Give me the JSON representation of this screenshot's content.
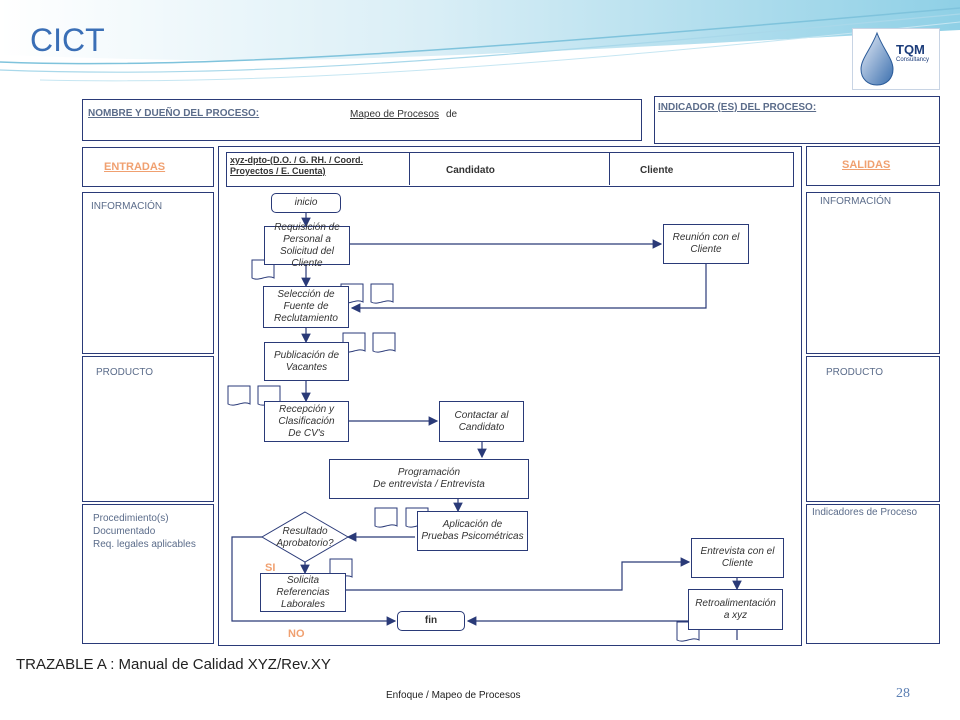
{
  "slide": {
    "title": "CICT",
    "logo_name": "TQM",
    "logo_sub": "Consultancy",
    "traceable": "TRAZABLE A :  Manual de Calidad XYZ/Rev.XY",
    "footer": "Enfoque / Mapeo de Procesos",
    "page_number": "28"
  },
  "header": {
    "owner_label": "NOMBRE Y  DUEÑO DEL PROCESO:",
    "owner_value": "Mapeo de Procesos",
    "owner_suffix": "de",
    "indicator_label": "INDICADOR (ES) DEL PROCESO:",
    "inputs_label": "ENTRADAS",
    "outputs_label": "SALIDAS",
    "lane1_line1": "xyz-dpto-(D.O. / G. RH. / Coord.",
    "lane1_line2": "Proyectos / E. Cuenta)",
    "lane2": "Candidato",
    "lane3": "Cliente"
  },
  "left": {
    "info": "INFORMACIÓN",
    "product": "PRODUCTO",
    "proc1": "Procedimiento(s)",
    "proc2": "Documentado",
    "proc3": "Req. legales aplicables"
  },
  "right": {
    "info": "INFORMACIÓN",
    "product": "PRODUCTO",
    "indicators": "Indicadores de Proceso"
  },
  "flow": {
    "start": "inicio",
    "req1": "Requisición de",
    "req2": "Personal a",
    "req3": "Solicitud del Cliente",
    "meet1": "Reunión con el",
    "meet2": "Cliente",
    "sel1": "Selección de",
    "sel2": "Fuente de",
    "sel3": "Reclutamiento",
    "pub1": "Publicación de",
    "pub2": "Vacantes",
    "rec1": "Recepción y",
    "rec2": "Clasificación",
    "rec3": "De CV's",
    "contact1": "Contactar al",
    "contact2": "Candidato",
    "prog1": "Programación",
    "prog2": "De entrevista / Entrevista",
    "test1": "Aplicación de",
    "test2": "Pruebas Psicométricas",
    "dec1": "Resultado",
    "dec2": "Aprobatorio?",
    "yes": "SI",
    "no": "NO",
    "ref1": "Solicita Referencias",
    "ref2": "Laborales",
    "int1": "Entrevista con el",
    "int2": "Cliente",
    "fb1": "Retroalimentación",
    "fb2": "a xyz",
    "end": "fin"
  },
  "colors": {
    "title": "#3a6fb6",
    "border": "#2a3a78",
    "accent": "#f0a070",
    "header_text": "#5b6c8a"
  }
}
